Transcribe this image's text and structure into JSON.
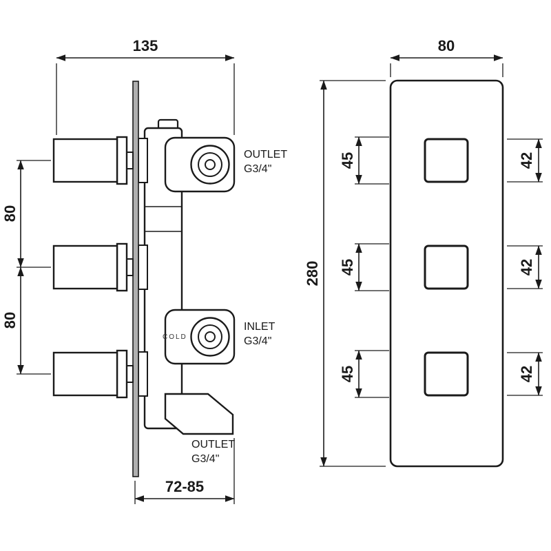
{
  "side_view": {
    "dim_overall_width": "135",
    "dim_handle_spacing_upper": "80",
    "dim_handle_spacing_lower": "80",
    "dim_recess_depth": "72-85",
    "outlet_top_label": "OUTLET",
    "outlet_top_size": "G3/4\"",
    "inlet_label": "INLET",
    "inlet_size": "G3/4\"",
    "outlet_bottom_label": "OUTLET",
    "outlet_bottom_size": "G3/4\"",
    "cold_marking": "COLD"
  },
  "front_view": {
    "dim_plate_width": "80",
    "dim_plate_height": "280",
    "dim_square_pitch": [
      "45",
      "45",
      "45"
    ],
    "dim_square_size": [
      "42",
      "42",
      "42"
    ]
  },
  "colors": {
    "line": "#1a1a1a",
    "plate_fill": "#b0b0b0"
  }
}
